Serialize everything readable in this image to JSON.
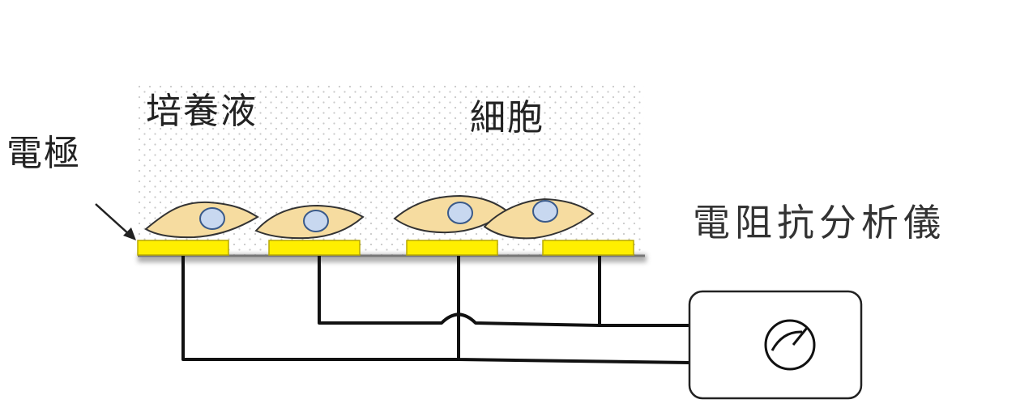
{
  "labels": {
    "culture_medium": "培養液",
    "cell": "細胞",
    "electrode": "電極",
    "impedance_analyzer": "電阻抗分析儀"
  },
  "colors": {
    "electrode_fill": "#ffef00",
    "electrode_edge": "#b8a800",
    "cell_fill": "#f6dca0",
    "cell_edge": "#333333",
    "nucleus_fill": "#c8d8f0",
    "nucleus_edge": "#3a5a8a",
    "medium_dots": "#c8c8c8",
    "wire": "#111111"
  }
}
